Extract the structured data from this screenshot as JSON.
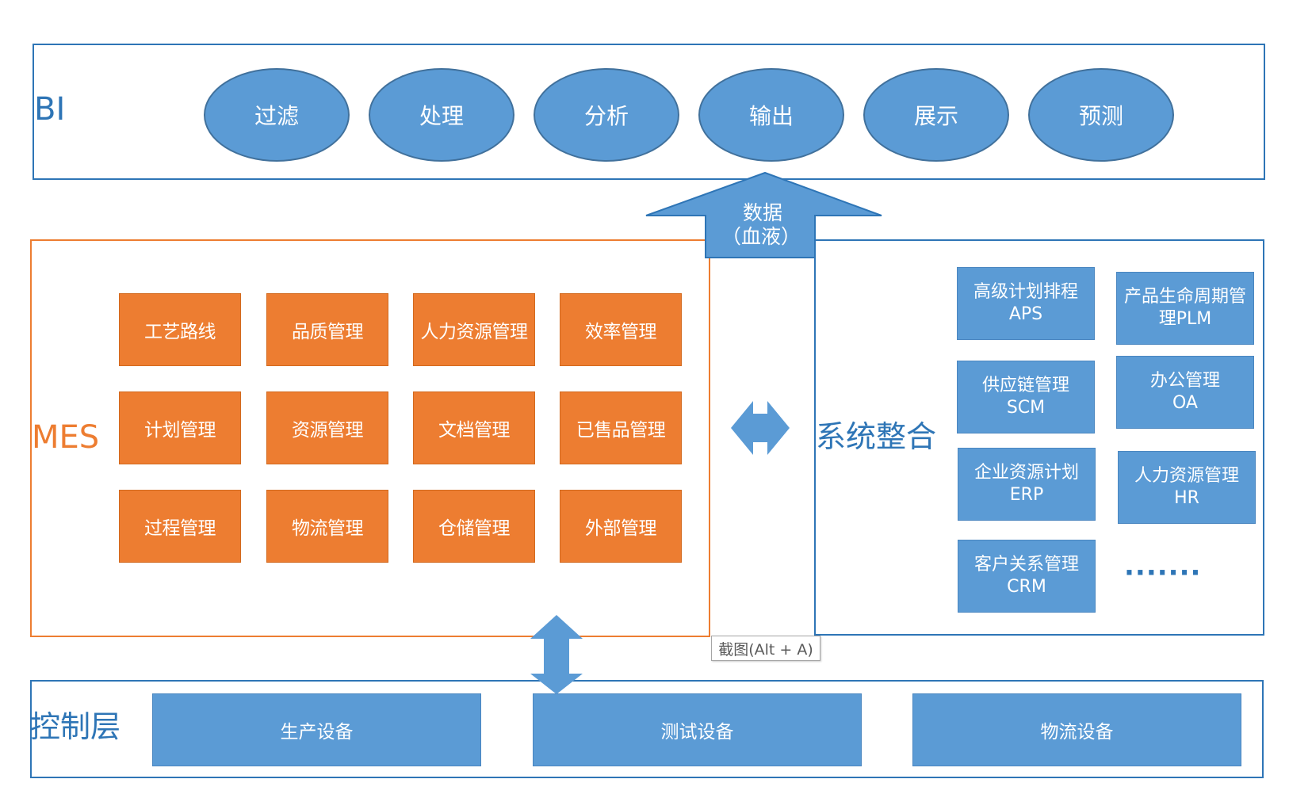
{
  "colors": {
    "blue": "#5b9bd5",
    "blue_border": "#2e75b6",
    "orange": "#ed7d31",
    "white": "#ffffff"
  },
  "bi": {
    "label": "BI",
    "steps": [
      "过滤",
      "处理",
      "分析",
      "输出",
      "展示",
      "预测"
    ]
  },
  "data_arrow": {
    "line1": "数据",
    "line2": "（血液）"
  },
  "mes": {
    "label": "MES",
    "modules": [
      "工艺路线",
      "品质管理",
      "人力资源管理",
      "效率管理",
      "计划管理",
      "资源管理",
      "文档管理",
      "已售品管理",
      "过程管理",
      "物流管理",
      "仓储管理",
      "外部管理"
    ]
  },
  "integration": {
    "label": "系统整合",
    "systems": [
      {
        "line1": "高级计划排程",
        "line2": "APS"
      },
      {
        "line1": "产品生命周期管",
        "line2": "理PLM"
      },
      {
        "line1": "供应链管理",
        "line2": "SCM"
      },
      {
        "line1": "办公管理",
        "line2": "OA"
      },
      {
        "line1": "企业资源计划",
        "line2": "ERP"
      },
      {
        "line1": "人力资源管理",
        "line2": "HR"
      },
      {
        "line1": "客户关系管理",
        "line2": "CRM"
      }
    ],
    "more": "·······"
  },
  "control": {
    "label": "控制层",
    "devices": [
      "生产设备",
      "测试设备",
      "物流设备"
    ]
  },
  "tooltip": "截图(Alt + A)"
}
